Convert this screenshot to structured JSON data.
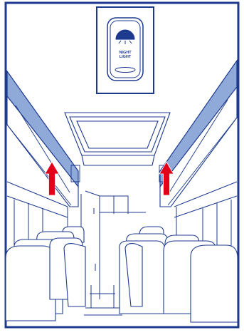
{
  "switch": {
    "label_line1": "NIGHT",
    "label_line2": "LIGHT",
    "icon": "night-light-lamp-icon"
  },
  "indicators": {
    "arrow_count": 2,
    "arrow_color": "#e3001b",
    "icon": "arrow-up-icon"
  },
  "colors": {
    "outline": "#1d3a8f",
    "luggage_rack": "#8fa9d8",
    "background": "#ffffff"
  }
}
